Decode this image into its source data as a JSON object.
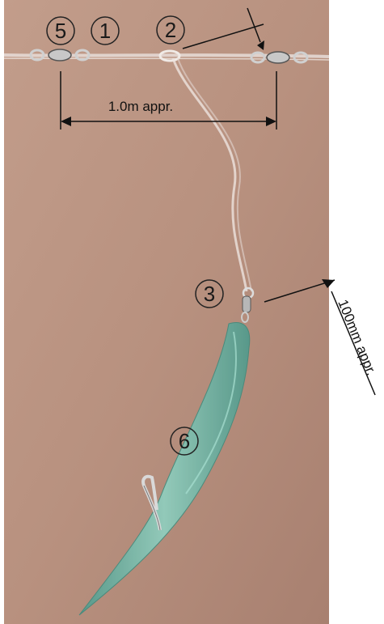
{
  "photo": {
    "subject": "fishing-rig-photo",
    "background_color": "#b8917f",
    "lure_color": "#6bb5a5"
  },
  "callouts": [
    {
      "id": "5",
      "label": "5"
    },
    {
      "id": "1",
      "label": "1"
    },
    {
      "id": "2",
      "label": "2"
    },
    {
      "id": "3",
      "label": "3"
    },
    {
      "id": "6",
      "label": "6"
    }
  ],
  "dimensions": {
    "span_label": "1.0m appr.",
    "drop_label": "100mm appr."
  }
}
